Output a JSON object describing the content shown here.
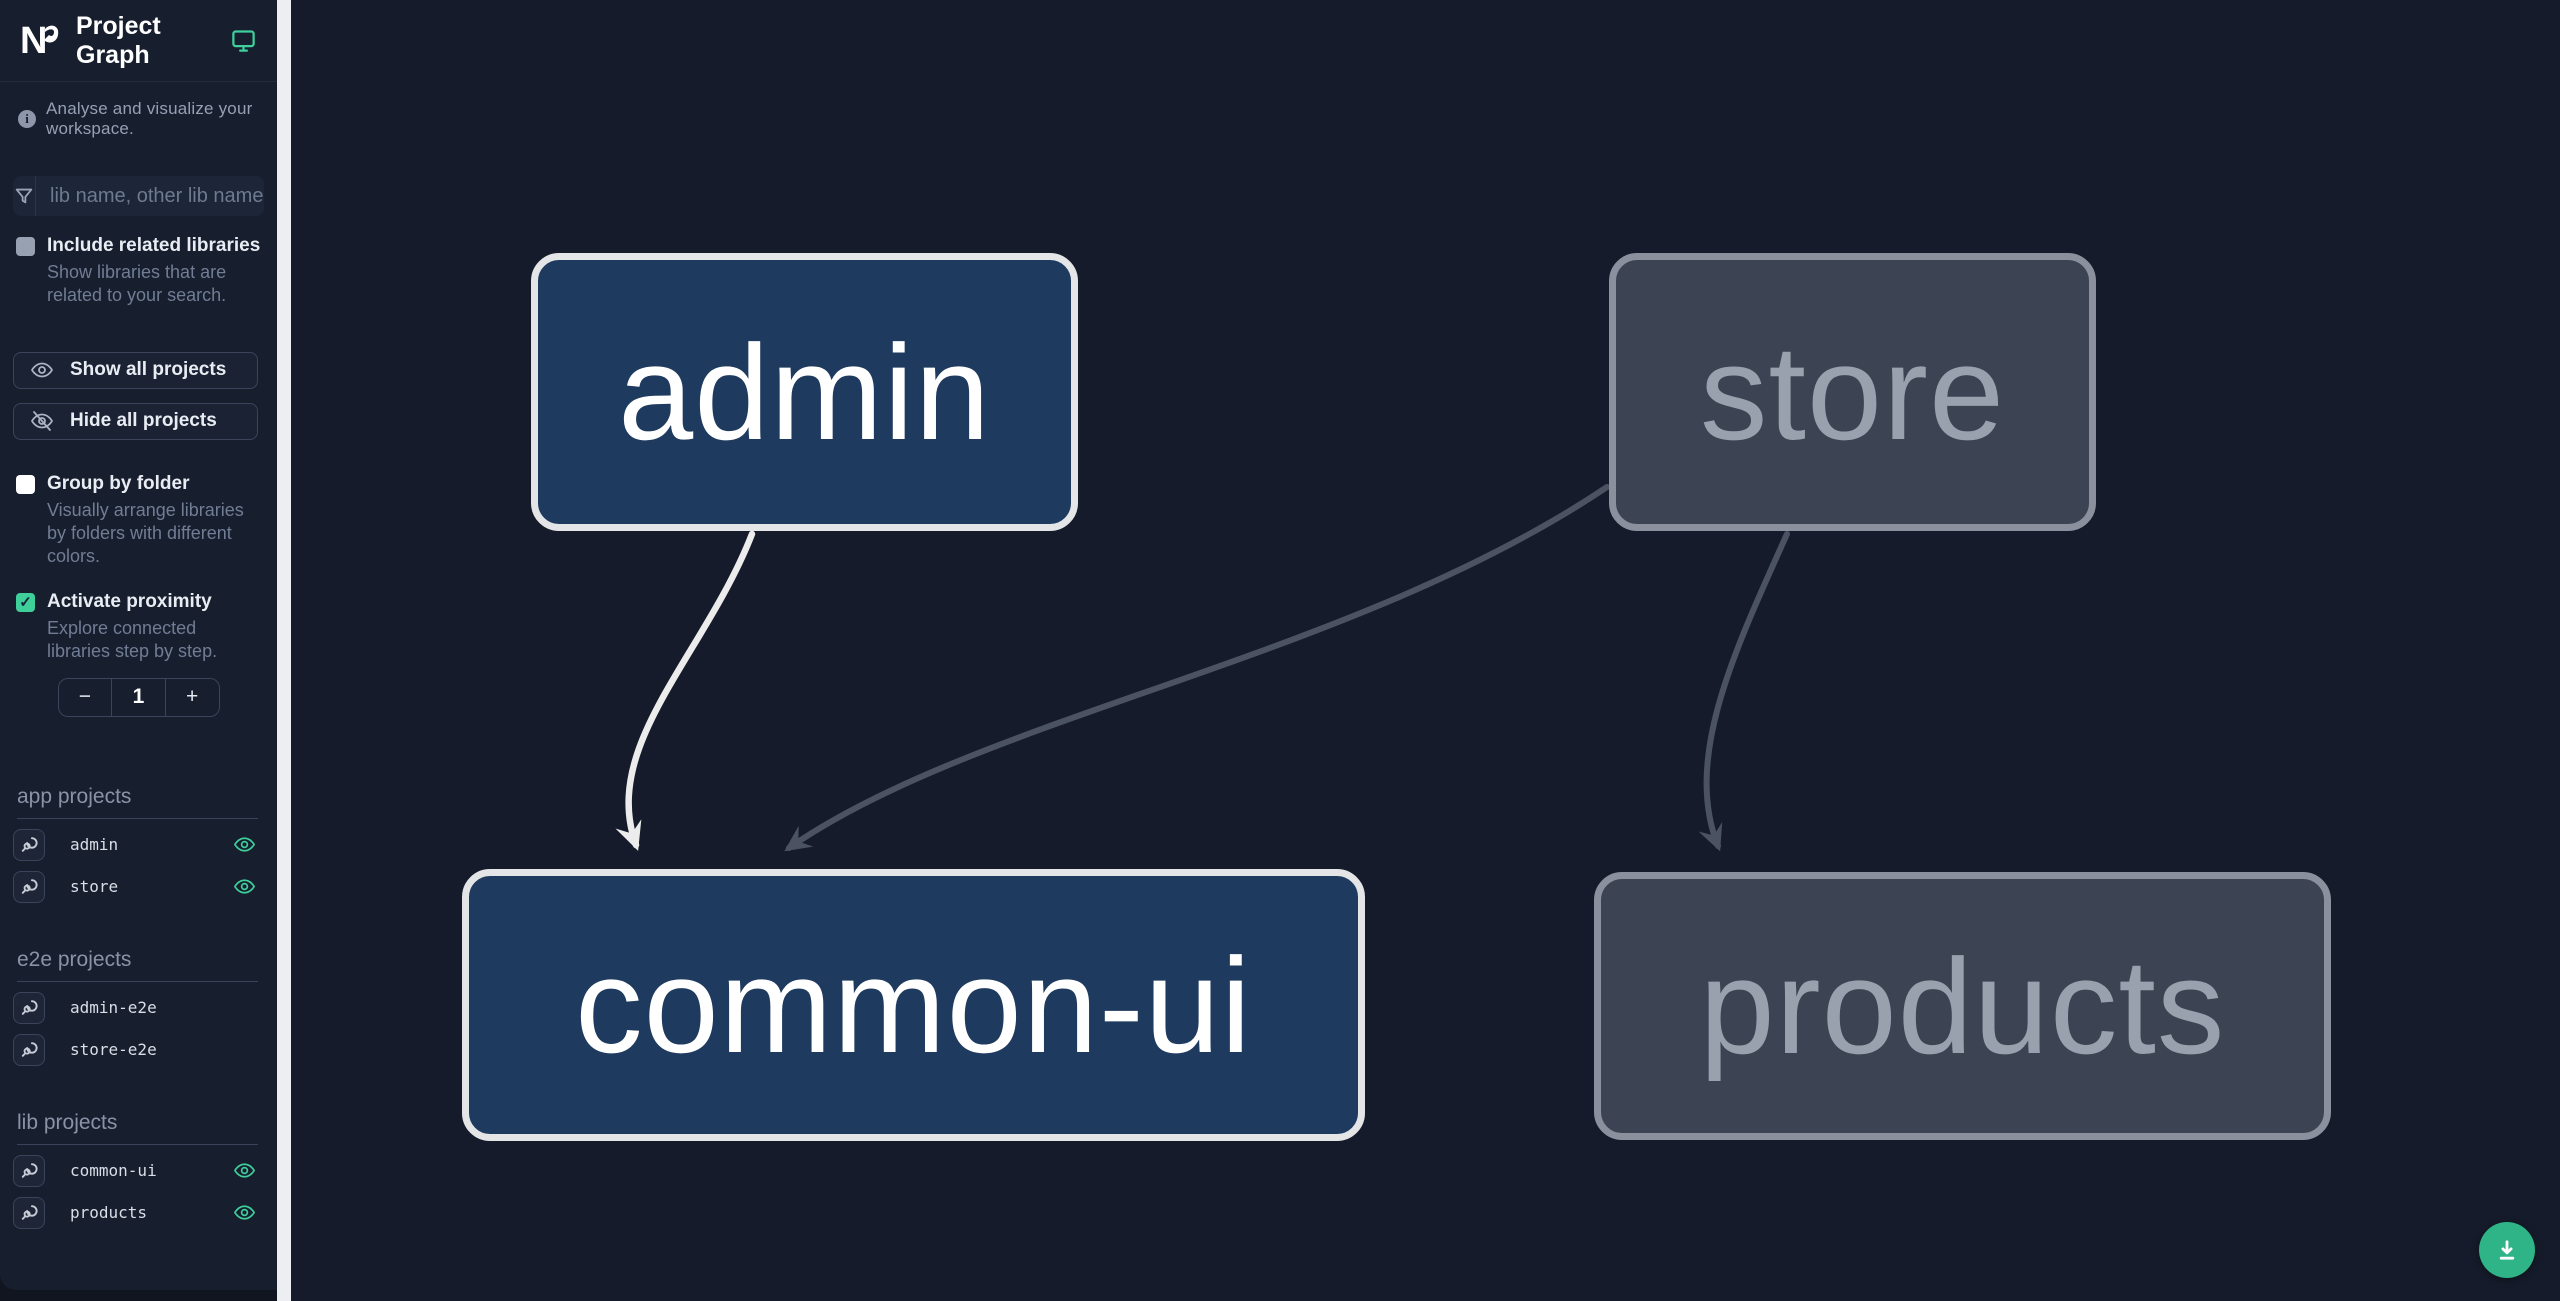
{
  "app": {
    "title": "Project Graph"
  },
  "sidebar": {
    "tagline": "Analyse and visualize your workspace.",
    "search": {
      "placeholder": "lib name, other lib name"
    },
    "options": [
      {
        "label": "Include related libraries",
        "description": "Show libraries that are related to your search.",
        "checked": false
      },
      {
        "label": "Group by folder",
        "description": "Visually arrange libraries by folders with different colors.",
        "checked": false
      },
      {
        "label": "Activate proximity",
        "description": "Explore connected libraries step by step.",
        "checked": true
      }
    ],
    "buttons": {
      "show_all": "Show all projects",
      "hide_all": "Hide all projects"
    },
    "proximity_stepper": {
      "decrement": "−",
      "value": "1",
      "increment": "+"
    },
    "sections": [
      {
        "title": "app projects",
        "items": [
          {
            "name": "admin",
            "visible": true
          },
          {
            "name": "store",
            "visible": true
          }
        ]
      },
      {
        "title": "e2e projects",
        "items": [
          {
            "name": "admin-e2e",
            "visible": false
          },
          {
            "name": "store-e2e",
            "visible": false
          }
        ]
      },
      {
        "title": "lib projects",
        "items": [
          {
            "name": "common-ui",
            "visible": true
          },
          {
            "name": "products",
            "visible": true
          }
        ]
      }
    ]
  },
  "graph": {
    "nodes": [
      {
        "id": "admin",
        "label": "admin",
        "state": "highlighted"
      },
      {
        "id": "store",
        "label": "store",
        "state": "dimmed"
      },
      {
        "id": "common-ui",
        "label": "common-ui",
        "state": "highlighted"
      },
      {
        "id": "products",
        "label": "products",
        "state": "dimmed"
      }
    ],
    "edges": [
      {
        "source": "admin",
        "target": "common-ui",
        "state": "highlighted"
      },
      {
        "source": "store",
        "target": "common-ui",
        "state": "dimmed"
      },
      {
        "source": "store",
        "target": "products",
        "state": "dimmed"
      }
    ]
  },
  "colors": {
    "accent_green": "#3ecf9a",
    "download_button": "#2eb486",
    "node_focused_fill": "#1e3a5e",
    "node_focused_border": "#e4e5e7",
    "node_dimmed_fill": "#3c4353",
    "node_dimmed_border": "#8a909d",
    "edge_highlighted": "#ececec",
    "edge_dimmed": "#4b5363",
    "sidebar_bg": "#171e2e",
    "canvas_bg": "#151b2a"
  }
}
